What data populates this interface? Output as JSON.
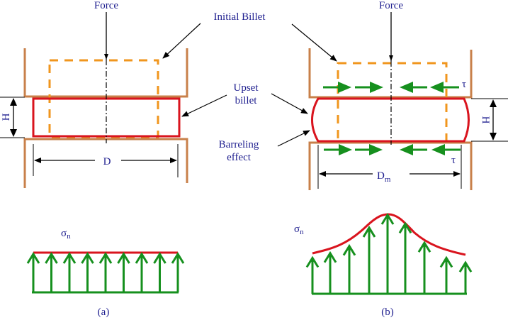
{
  "figure": {
    "colors": {
      "die": "#c8804a",
      "initial_billet": "#f0961e",
      "upset_billet": "#d9141e",
      "stress_arrows": "#16901e",
      "stress_curve": "#d9141e",
      "label_text": "#1f1f8f",
      "leader_lines": "#000000"
    },
    "panel_a": {
      "force_label": "Force",
      "height_label": "H",
      "diameter_label": "D",
      "stress_symbol": "σ",
      "stress_subscript": "n",
      "caption": "(a)",
      "stress_distribution": "uniform",
      "stress_arrow_count": 9
    },
    "panel_b": {
      "force_label": "Force",
      "height_label": "H",
      "diameter_label": "D",
      "diameter_subscript": "m",
      "friction_label_top": "τ",
      "friction_label_bottom": "τ",
      "stress_symbol": "σ",
      "stress_subscript": "n",
      "caption": "(b)",
      "stress_distribution": "peaked at center (friction hill)",
      "stress_arrow_count": 9,
      "relative_stress_heights": [
        0.46,
        0.52,
        0.61,
        0.84,
        1.0,
        0.89,
        0.65,
        0.46,
        0.4
      ]
    },
    "callouts": {
      "initial_billet": "Initial Billet",
      "upset_billet_line1": "Upset",
      "upset_billet_line2": "billet",
      "barreling_line1": "Barreling",
      "barreling_line2": "effect"
    }
  }
}
